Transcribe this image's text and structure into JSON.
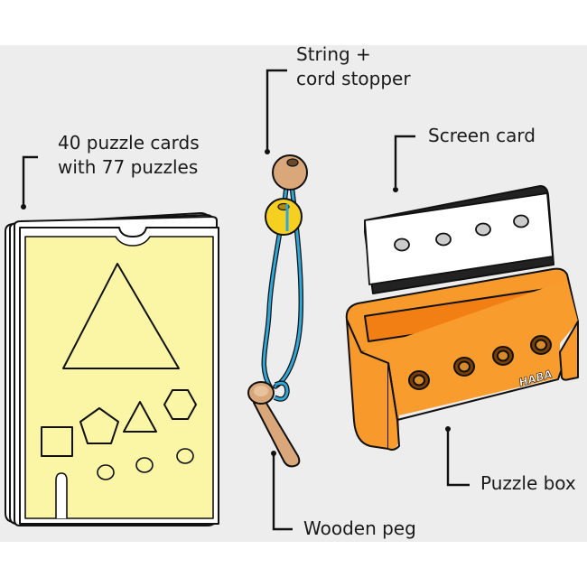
{
  "labels": {
    "puzzle_cards": [
      "40 puzzle cards",
      "with 77 puzzles"
    ],
    "string": [
      "String +",
      "cord stopper"
    ],
    "screen_card": "Screen card",
    "puzzle_box": "Puzzle box",
    "wooden_peg": "Wooden peg"
  },
  "brand": {
    "logo_text": "HABA"
  },
  "colors": {
    "background": "#ededed",
    "card_yellow": "#fbf6a6",
    "box_orange": "#f79a2b",
    "box_inner": "#f27f14",
    "string_blue": "#2ea8d8",
    "bead_yellow": "#f5d020",
    "wood": "#d9a77a"
  }
}
